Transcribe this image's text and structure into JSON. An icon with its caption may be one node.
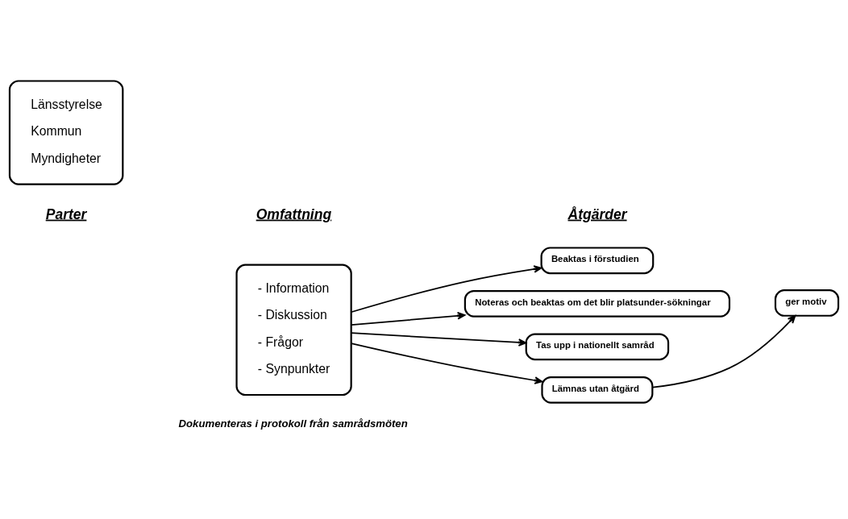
{
  "diagram": {
    "nodes": [
      {
        "text": [
          "Länsstyrelse",
          "Kommun",
          "Myndigheter"
        ]
      },
      {
        "text": [
          "- Information",
          "- Diskussion",
          "- Frågor",
          "- Synpunkter"
        ],
        "beside": [
          "Dokumenteras i protokoll från samrådsmöten"
        ]
      },
      {
        "text": [
          "Beaktas i förstudien"
        ]
      },
      {
        "text": [
          "Noteras och beaktas om det blir platsunder-sökningar"
        ]
      },
      {
        "text": [
          "Tas upp i nationellt samråd"
        ]
      },
      {
        "text": [
          "Lämnas utan åtgärd"
        ]
      },
      {
        "text": [
          "ger motiv"
        ]
      }
    ],
    "edges": [
      {
        "from": 1,
        "to": 2,
        "arrow": "to"
      },
      {
        "from": 1,
        "to": 3,
        "arrow": "to"
      },
      {
        "from": 1,
        "to": 4,
        "arrow": "to"
      },
      {
        "from": 1,
        "to": 5,
        "arrow": "to"
      },
      {
        "from": 5,
        "to": 6,
        "arrow": "to"
      }
    ],
    "labels": [
      "Parter",
      "Omfattning",
      "Åtgärder"
    ]
  }
}
